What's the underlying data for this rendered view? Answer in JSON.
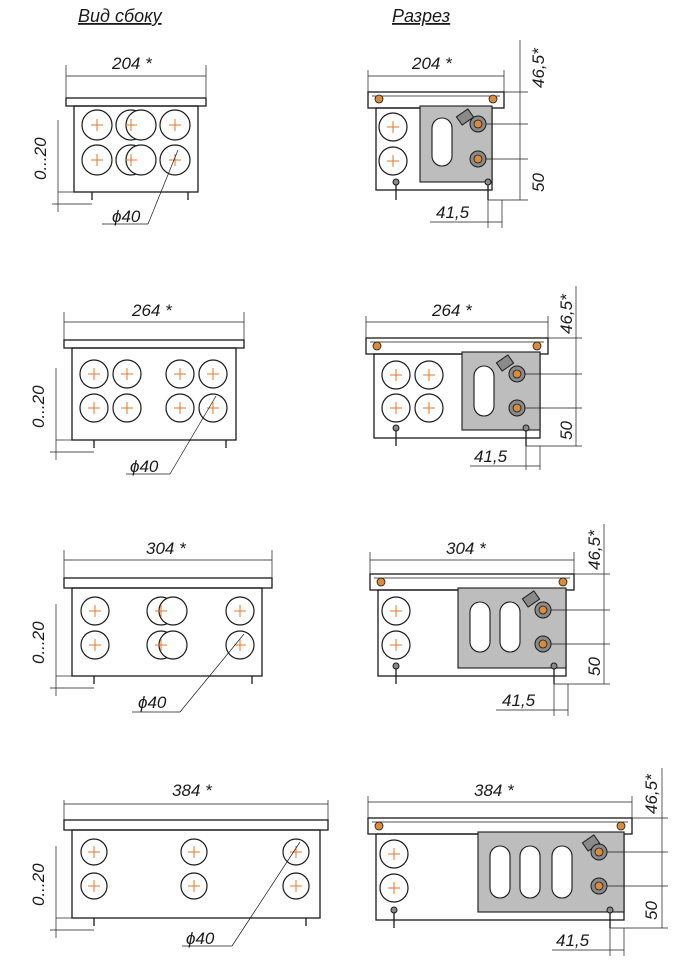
{
  "titles": {
    "side_view": "Вид сбоку",
    "section": "Разрез"
  },
  "rows": [
    {
      "width_label": "204 *",
      "height_label": "0...20",
      "diameter_label": "ϕ40",
      "top_label": "46,5*",
      "bottom_label": "50",
      "offset_label": "41,5"
    },
    {
      "width_label": "264 *",
      "height_label": "0...20",
      "diameter_label": "ϕ40",
      "top_label": "46,5*",
      "bottom_label": "50",
      "offset_label": "41,5"
    },
    {
      "width_label": "304 *",
      "height_label": "0...20",
      "diameter_label": "ϕ40",
      "top_label": "46,5*",
      "bottom_label": "50",
      "offset_label": "41,5"
    },
    {
      "width_label": "384 *",
      "height_label": "0...20",
      "diameter_label": "ϕ40",
      "top_label": "46,5*",
      "bottom_label": "50",
      "offset_label": "41,5"
    }
  ],
  "colors": {
    "accent_cross": "#e8742a",
    "plate_fill": "#bdbdbd",
    "fitting_fill": "#8a8a8a"
  }
}
